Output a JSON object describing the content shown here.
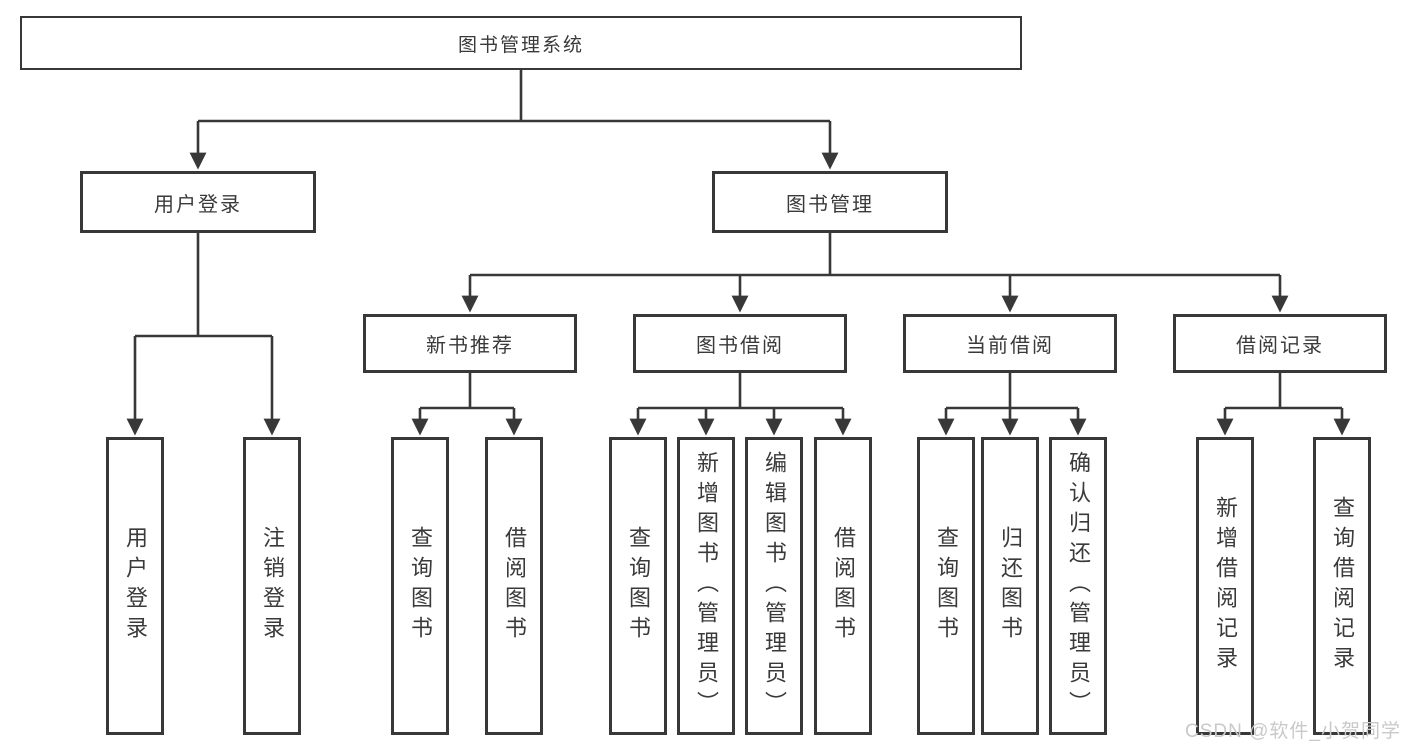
{
  "tree": {
    "root": {
      "label": "图书管理系统",
      "children": [
        {
          "label": "用户登录",
          "children": [
            {
              "label": "用户登录"
            },
            {
              "label": "注销登录"
            }
          ]
        },
        {
          "label": "图书管理",
          "children": [
            {
              "label": "新书推荐",
              "children": [
                {
                  "label": "查询图书"
                },
                {
                  "label": "借阅图书"
                }
              ]
            },
            {
              "label": "图书借阅",
              "children": [
                {
                  "label": "查询图书"
                },
                {
                  "label": "新增图书（管理员）"
                },
                {
                  "label": "编辑图书（管理员）"
                },
                {
                  "label": "借阅图书"
                }
              ]
            },
            {
              "label": "当前借阅",
              "children": [
                {
                  "label": "查询图书"
                },
                {
                  "label": "归还图书"
                },
                {
                  "label": "确认归还（管理员）"
                }
              ]
            },
            {
              "label": "借阅记录",
              "children": [
                {
                  "label": "新增借阅记录"
                },
                {
                  "label": "查询借阅记录"
                }
              ]
            }
          ]
        }
      ]
    }
  },
  "watermark": {
    "text": "CSDN @软件_小贺同学"
  },
  "colors": {
    "line": "#383838",
    "box_border": "#383838",
    "text": "#3a3a3a",
    "background": "#ffffff",
    "watermark": "#c9c9c9"
  }
}
